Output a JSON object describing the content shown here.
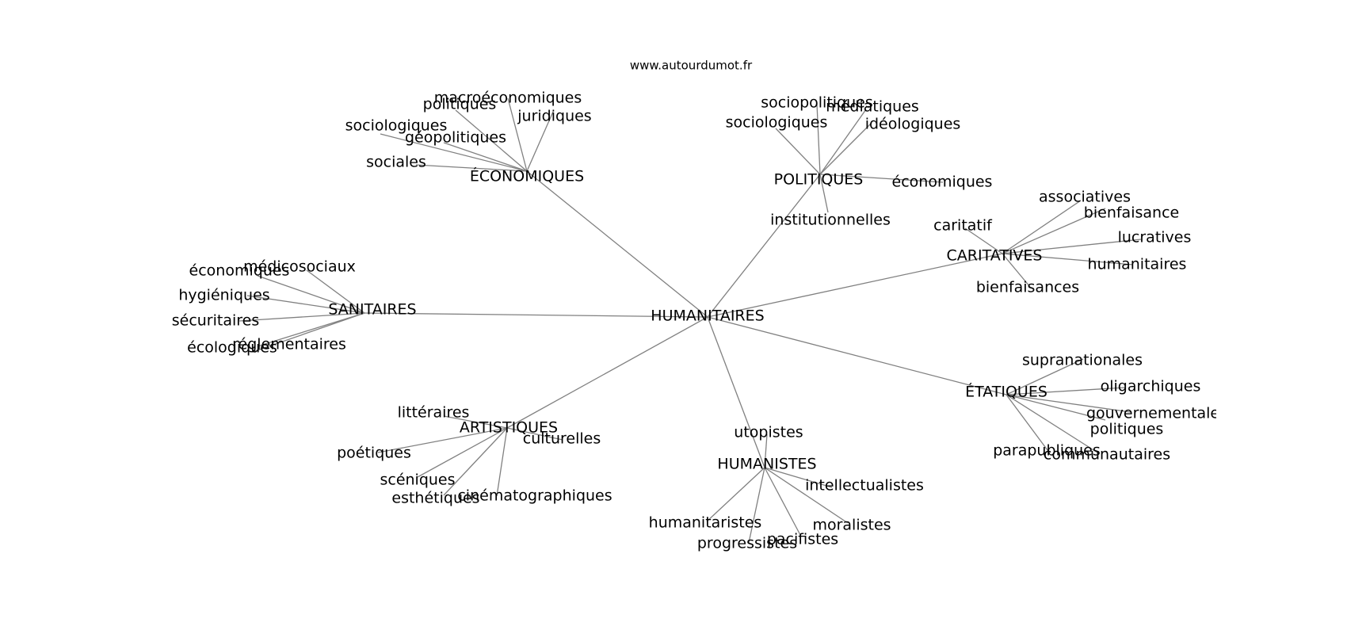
{
  "watermark": "www.autourdumot.fr",
  "center": "HUMANITAIRES",
  "hubs": [
    {
      "label": "ÉCONOMIQUES",
      "leaves": [
        "macroéconomiques",
        "politiques",
        "juridiques",
        "sociologiques",
        "géopolitiques",
        "sociales"
      ]
    },
    {
      "label": "POLITIQUES",
      "leaves": [
        "sociopolitiques",
        "médiatiques",
        "sociologiques",
        "idéologiques",
        "économiques",
        "institutionnelles"
      ]
    },
    {
      "label": "CARITATIVES",
      "leaves": [
        "associatives",
        "caritatif",
        "bienfaisance",
        "lucratives",
        "humanitaires",
        "bienfaisances"
      ]
    },
    {
      "label": "SANITAIRES",
      "leaves": [
        "médicosociaux",
        "économiques",
        "hygiéniques",
        "sécuritaires",
        "réglementaires",
        "écologiques"
      ]
    },
    {
      "label": "ÉTATIQUES",
      "leaves": [
        "supranationales",
        "oligarchiques",
        "gouvernementales",
        "politiques",
        "parapubliques",
        "communautaires"
      ]
    },
    {
      "label": "ARTISTIQUES",
      "leaves": [
        "littéraires",
        "culturelles",
        "poétiques",
        "scéniques",
        "cinématographiques",
        "esthétiques"
      ]
    },
    {
      "label": "HUMANISTES",
      "leaves": [
        "utopistes",
        "intellectualistes",
        "humanitaristes",
        "moralistes",
        "pacifistes",
        "progressistes"
      ]
    }
  ]
}
